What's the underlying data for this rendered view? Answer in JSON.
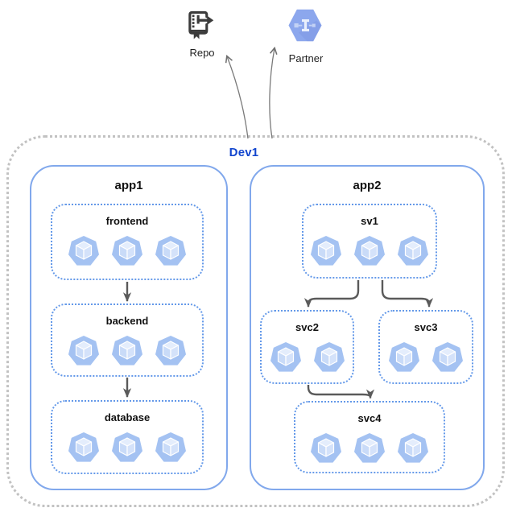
{
  "external_nodes": [
    {
      "id": "repo",
      "label": "Repo",
      "icon": "source-repository-icon"
    },
    {
      "id": "partner",
      "label": "Partner",
      "icon": "hexagon-interconnect-icon"
    }
  ],
  "cluster": {
    "label": "Dev1",
    "apps": [
      {
        "label": "app1",
        "services": [
          {
            "label": "frontend",
            "pod_count": 3
          },
          {
            "label": "backend",
            "pod_count": 3
          },
          {
            "label": "database",
            "pod_count": 3
          }
        ]
      },
      {
        "label": "app2",
        "services": [
          {
            "label": "sv1",
            "pod_count": 3
          },
          {
            "label": "svc2",
            "pod_count": 2
          },
          {
            "label": "svc3",
            "pod_count": 2
          },
          {
            "label": "svc4",
            "pod_count": 3
          }
        ]
      }
    ]
  },
  "edges": [
    {
      "from": "frontend",
      "to": "backend"
    },
    {
      "from": "backend",
      "to": "database"
    },
    {
      "from": "sv1",
      "to": "svc2"
    },
    {
      "from": "sv1",
      "to": "svc3"
    },
    {
      "from": "svc2",
      "to": "svc4"
    },
    {
      "from": "Dev1",
      "to": "Repo"
    },
    {
      "from": "Dev1",
      "to": "Partner"
    }
  ],
  "colors": {
    "cluster_label": "#1145ce",
    "app_border": "#81a8ec",
    "service_border": "#6499e9",
    "boundary_border": "#c2c2c2",
    "arrow": "#5a5a5a",
    "pod_heptagon": "#a4c2f2",
    "partner_hexagon": "#8ca7ed",
    "repo_icon": "#3b3b3b"
  }
}
